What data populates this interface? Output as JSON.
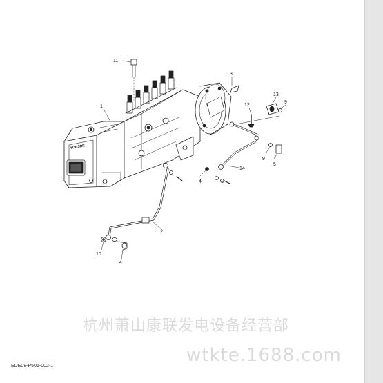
{
  "diagram": {
    "callouts": {
      "c1": "1",
      "c2": "2",
      "c3": "3",
      "c4a": "4",
      "c4b": "4",
      "c5": "5",
      "c9a": "9",
      "c9b": "9",
      "c10": "10",
      "c11": "11",
      "c12": "12",
      "c13": "13",
      "c14": "14"
    },
    "logo_text": "YORSRR"
  },
  "watermark": {
    "company": "杭州萧山康联发电设备经营部",
    "url": "wtkte.1688.com"
  },
  "doc_code": "EDE08-P501-002-1"
}
